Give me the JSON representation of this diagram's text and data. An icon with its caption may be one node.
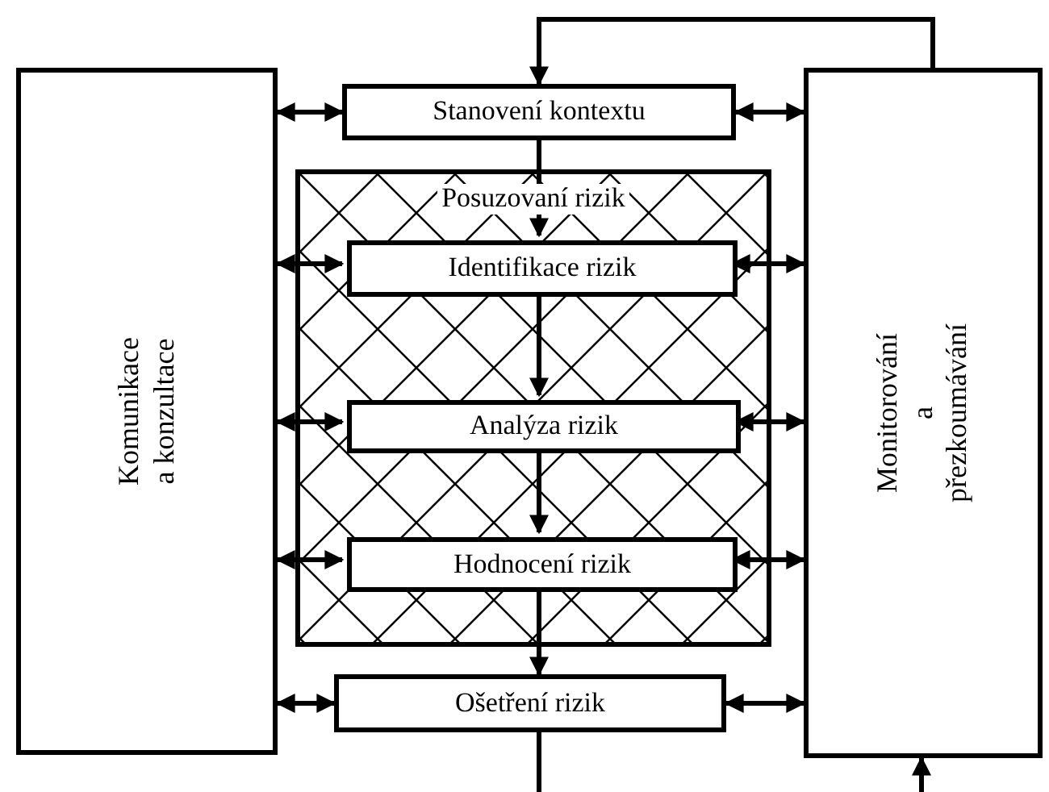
{
  "diagram": {
    "nodes": [
      {
        "text": [
          "Komunikace a konzultace"
        ]
      },
      {
        "text": [
          "Stanovení kontextu"
        ]
      },
      {
        "text": [
          "Posuzovaní rizik"
        ]
      },
      {
        "text": [
          "Identifikace rizik"
        ],
        "in": 2
      },
      {
        "text": [
          "Analýza rizik"
        ],
        "in": 2
      },
      {
        "text": [
          "Hodnocení rizik"
        ],
        "in": 2
      },
      {
        "text": [
          "Ošetření rizik"
        ]
      },
      {
        "text": [
          "Monitorování a přezkoumávání"
        ]
      }
    ],
    "edges": [
      {
        "from": 7,
        "to": 1,
        "arrow": "to"
      },
      {
        "from": 0,
        "to": 1,
        "arrow": "both"
      },
      {
        "from": 1,
        "to": 7,
        "arrow": "both"
      },
      {
        "from": 1,
        "to": 3,
        "arrow": "to"
      },
      {
        "from": 0,
        "to": 3,
        "arrow": "both"
      },
      {
        "from": 3,
        "to": 7,
        "arrow": "both"
      },
      {
        "from": 3,
        "to": 4,
        "arrow": "to"
      },
      {
        "from": 0,
        "to": 4,
        "arrow": "both"
      },
      {
        "from": 4,
        "to": 7,
        "arrow": "both"
      },
      {
        "from": 4,
        "to": 5,
        "arrow": "to"
      },
      {
        "from": 0,
        "to": 5,
        "arrow": "both"
      },
      {
        "from": 5,
        "to": 7,
        "arrow": "both"
      },
      {
        "from": 5,
        "to": 6,
        "arrow": "to"
      },
      {
        "from": 0,
        "to": 6,
        "arrow": "both"
      },
      {
        "from": 6,
        "to": 7,
        "arrow": "both"
      },
      {
        "from": 6,
        "to": null,
        "arrow": "none"
      },
      {
        "from": null,
        "to": 7,
        "arrow": "to"
      }
    ]
  }
}
